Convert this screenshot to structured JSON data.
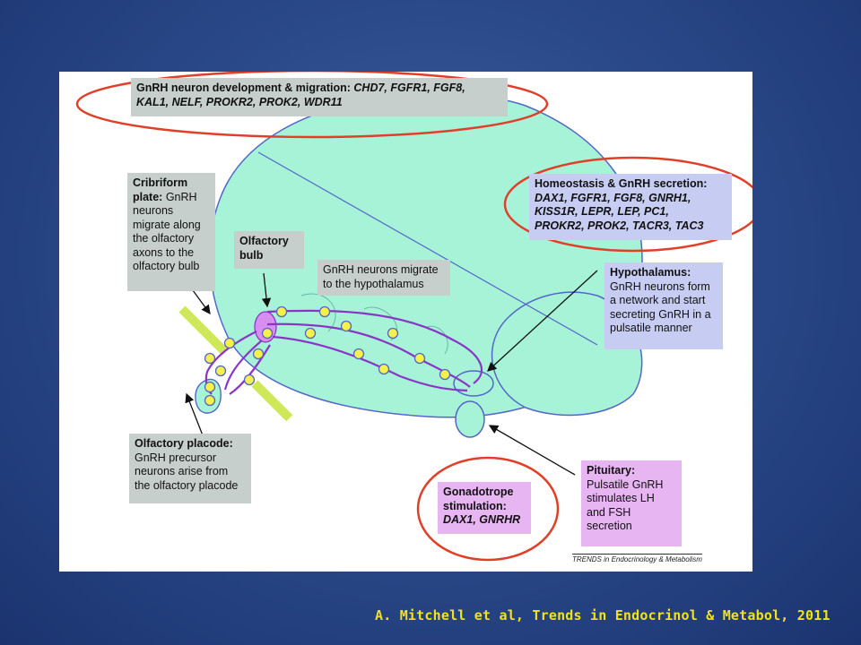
{
  "boxes": {
    "development": {
      "heading": "GnRH neuron development & migration:",
      "genes_line1": "CHD7, FGFR1, FGF8,",
      "genes_line2": "KAL1, NELF, PROKR2, PROK2, WDR11"
    },
    "cribriform": {
      "heading": "Cribriform plate:",
      "text": "GnRH neurons migrate along the olfactory axons to the olfactory bulb"
    },
    "olfactory_bulb": {
      "heading": "Olfactory bulb"
    },
    "migrate": {
      "text": "GnRH neurons migrate to the hypothalamus"
    },
    "homeostasis": {
      "heading": "Homeostasis & GnRH secretion:",
      "genes_line1": "DAX1, FGFR1, FGF8, GNRH1,",
      "genes_line2": "KISS1R, LEPR, LEP, PC1,",
      "genes_line3": "PROKR2, PROK2, TACR3, TAC3"
    },
    "hypothalamus": {
      "heading": "Hypothalamus:",
      "text": "GnRH neurons form a network and start secreting GnRH in a pulsatile manner"
    },
    "olfactory_placode": {
      "heading": "Olfactory placode:",
      "text": "GnRH precursor neurons arise from the olfactory placode"
    },
    "gonadotrope": {
      "heading": "Gonadotrope stimulation:",
      "genes": "DAX1, GNRHR"
    },
    "pituitary": {
      "heading": "Pituitary:",
      "text": "Pulsatile GnRH stimulates LH and FSH secretion"
    }
  },
  "source_label": "TRENDS in Endocrinology & Metabolism",
  "caption": "A. Mitchell et al, Trends in Endocrinol & Metabol, 2011",
  "colors": {
    "brain_fill": "#a6f3d7",
    "outline": "#5566c8",
    "neuron_fill": "#f5f04a",
    "axon": "#8a34c8",
    "cribriform_bar": "#cfe85a",
    "highlight_ring": "#e0402a",
    "caption": "#f2e21a"
  }
}
